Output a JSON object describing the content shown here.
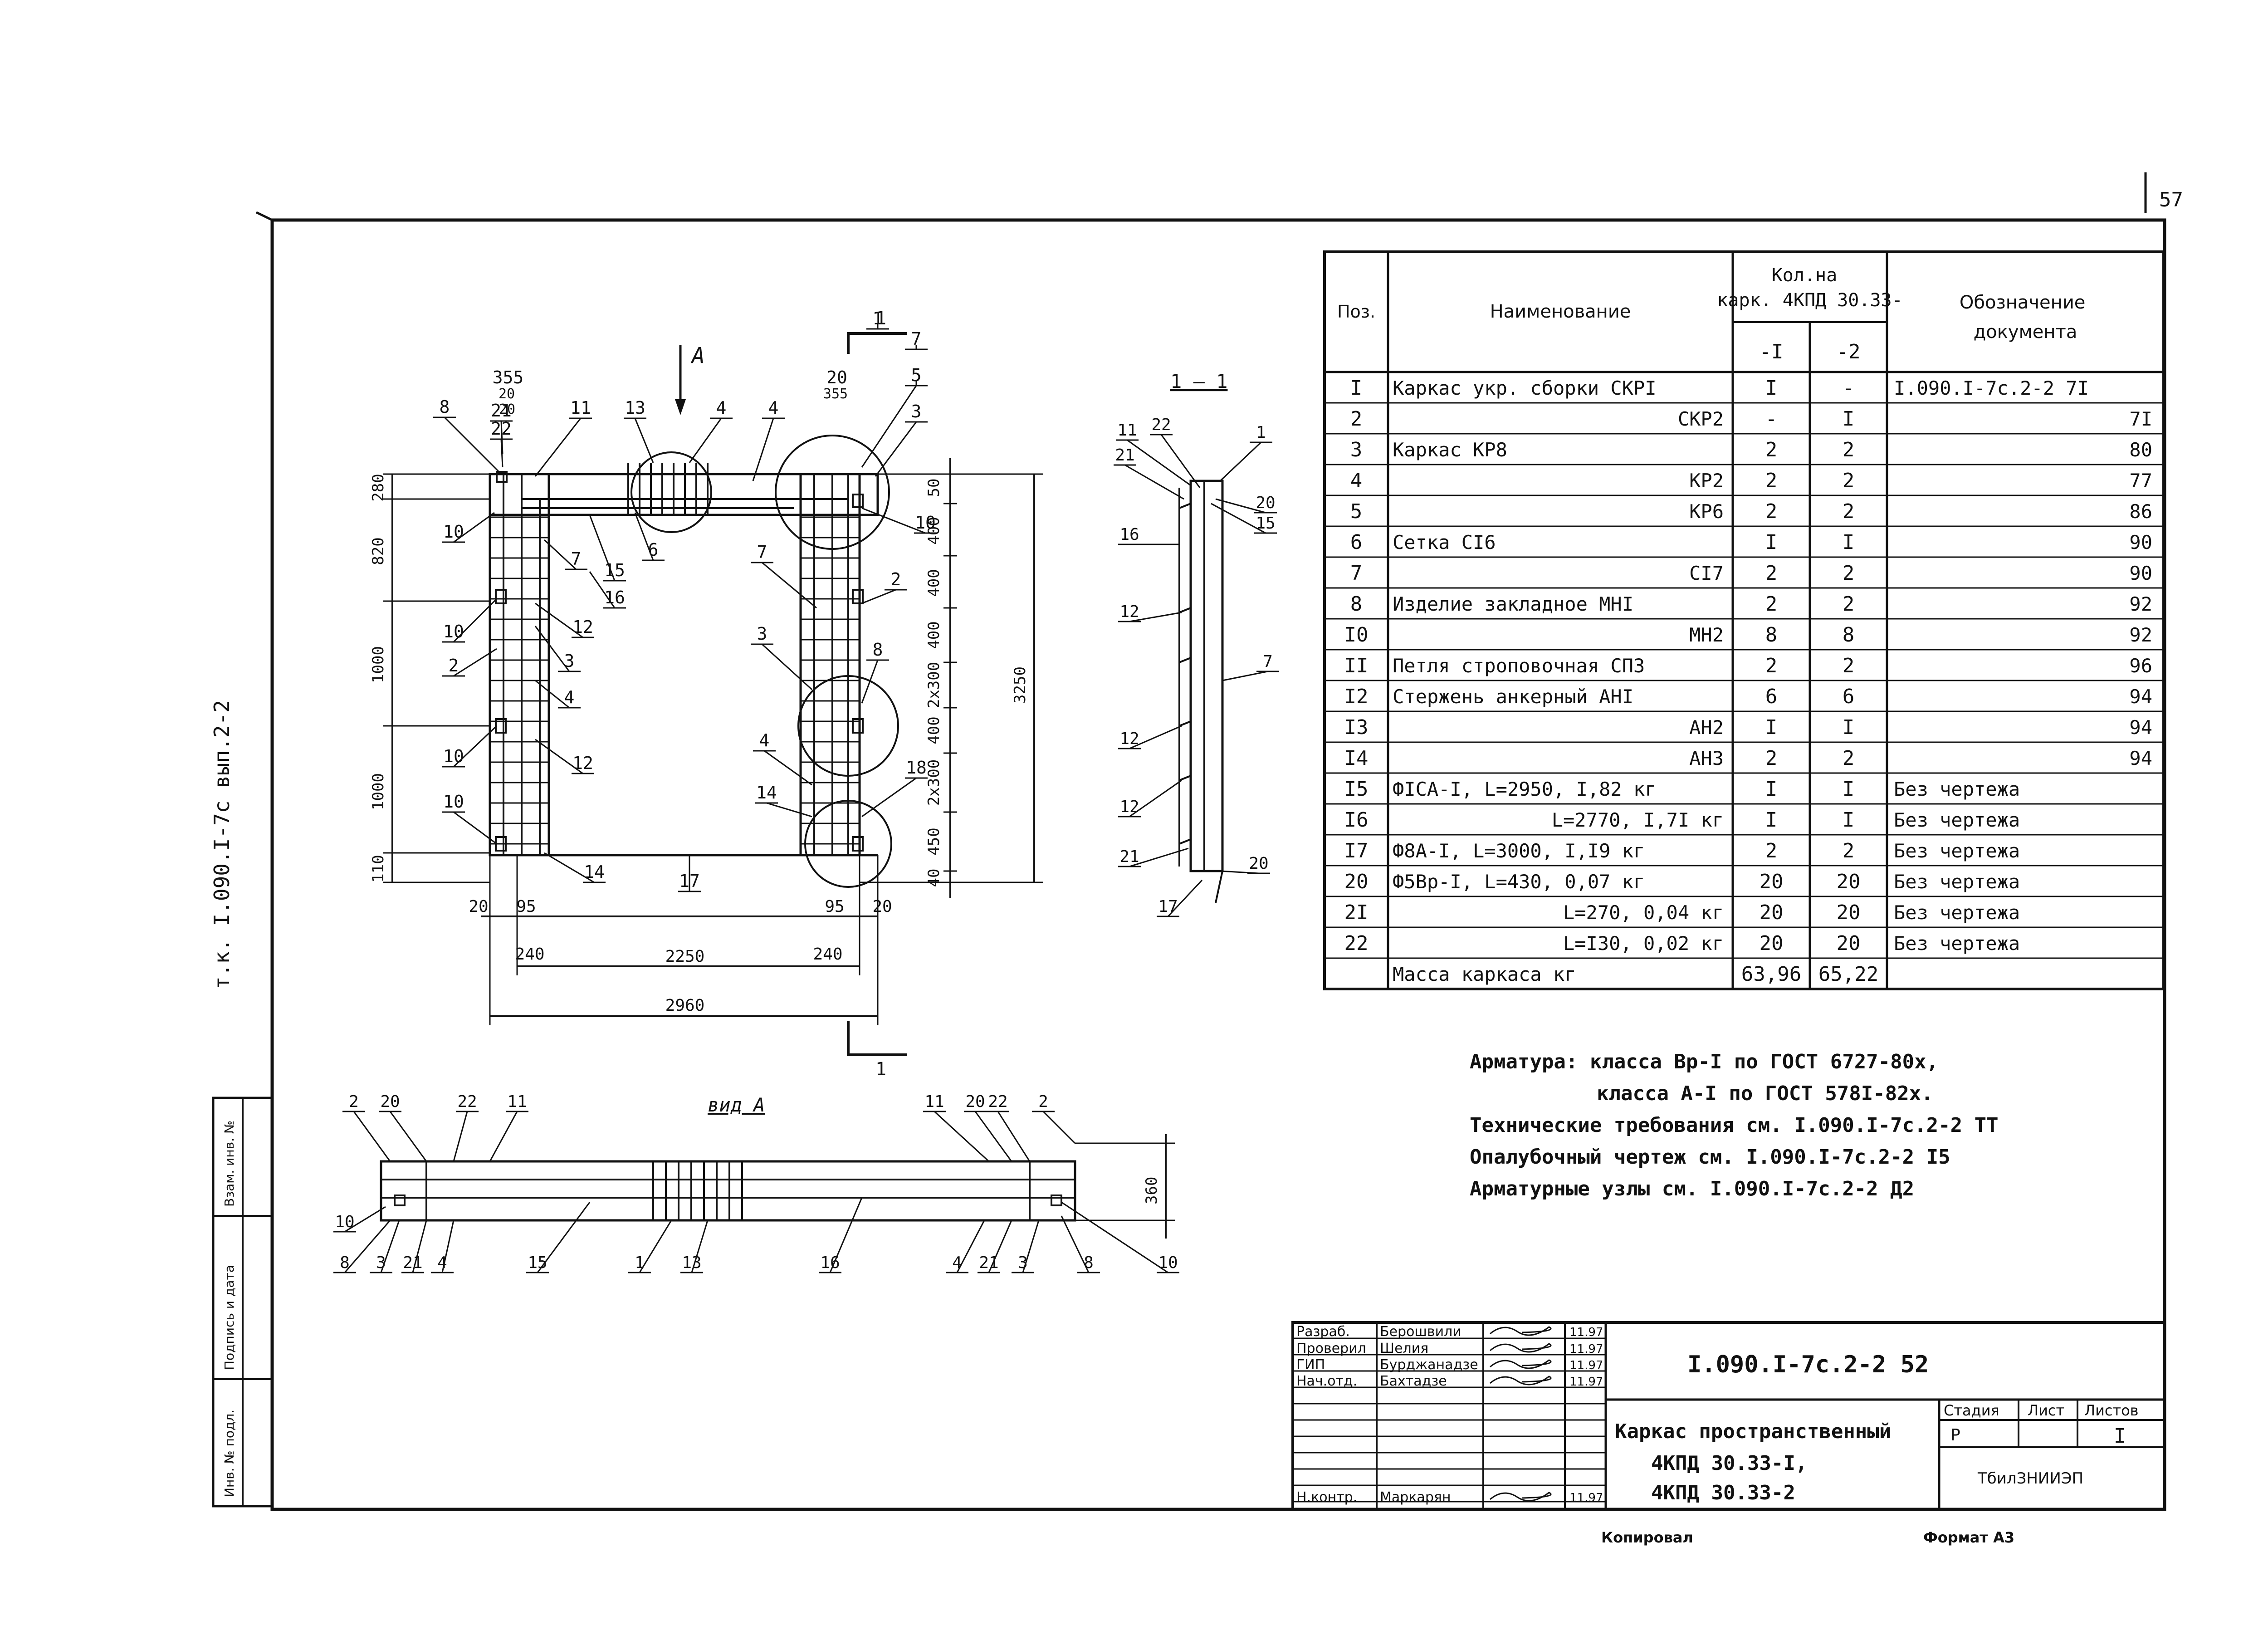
{
  "page_number": "57",
  "side_label": "т.к. I.090.I-7с вып.2-2",
  "spec_table": {
    "headers": {
      "pos": "Поз.",
      "name": "Наименование",
      "qty": "Кол.на карк. 4КПД 30.33-",
      "qty1": "-I",
      "qty2": "-2",
      "doc": "Обозначение документа"
    },
    "rows": [
      {
        "pos": "I",
        "name": "Каркас укр. сборки СКРI",
        "q1": "I",
        "q2": "-",
        "doc": "I.090.I-7с.2-2 7I"
      },
      {
        "pos": "2",
        "name": "СКР2",
        "q1": "-",
        "q2": "I",
        "doc": "7I"
      },
      {
        "pos": "3",
        "name": "Каркас КР8",
        "q1": "2",
        "q2": "2",
        "doc": "80"
      },
      {
        "pos": "4",
        "name": "КР2",
        "q1": "2",
        "q2": "2",
        "doc": "77"
      },
      {
        "pos": "5",
        "name": "КР6",
        "q1": "2",
        "q2": "2",
        "doc": "86"
      },
      {
        "pos": "6",
        "name": "Сетка СI6",
        "q1": "I",
        "q2": "I",
        "doc": "90"
      },
      {
        "pos": "7",
        "name": "СI7",
        "q1": "2",
        "q2": "2",
        "doc": "90"
      },
      {
        "pos": "8",
        "name": "Изделие закладное МНI",
        "q1": "2",
        "q2": "2",
        "doc": "92"
      },
      {
        "pos": "I0",
        "name": "МН2",
        "q1": "8",
        "q2": "8",
        "doc": "92"
      },
      {
        "pos": "II",
        "name": "Петля строповочная СП3",
        "q1": "2",
        "q2": "2",
        "doc": "96"
      },
      {
        "pos": "I2",
        "name": "Стержень анкерный АНI",
        "q1": "6",
        "q2": "6",
        "doc": "94"
      },
      {
        "pos": "I3",
        "name": "АН2",
        "q1": "I",
        "q2": "I",
        "doc": "94"
      },
      {
        "pos": "I4",
        "name": "АН3",
        "q1": "2",
        "q2": "2",
        "doc": "94"
      },
      {
        "pos": "I5",
        "name": "ФIСА-I, L=2950, I,82 кг",
        "q1": "I",
        "q2": "I",
        "doc": "Без чертежа"
      },
      {
        "pos": "I6",
        "name": "L=2770, I,7I кг",
        "q1": "I",
        "q2": "I",
        "doc": "Без чертежа"
      },
      {
        "pos": "I7",
        "name": "Ф8А-I, L=3000, I,I9 кг",
        "q1": "2",
        "q2": "2",
        "doc": "Без чертежа"
      },
      {
        "pos": "20",
        "name": "Ф5Вр-I, L=430, 0,07 кг",
        "q1": "20",
        "q2": "20",
        "doc": "Без чертежа"
      },
      {
        "pos": "2I",
        "name": "L=270, 0,04 кг",
        "q1": "20",
        "q2": "20",
        "doc": "Без чертежа"
      },
      {
        "pos": "22",
        "name": "L=I30, 0,02 кг",
        "q1": "20",
        "q2": "20",
        "doc": "Без чертежа"
      },
      {
        "pos": "",
        "name": "Масса каркаса кг",
        "q1": "63,96",
        "q2": "65,22",
        "doc": ""
      }
    ]
  },
  "notes": [
    "Арматура: класса Вр-I по ГОСТ 6727-80х,",
    "класса А-I по ГОСТ 578I-82х.",
    "Технические требования см. I.090.I-7с.2-2 ТТ",
    "Опалубочный чертеж см. I.090.I-7с.2-2 I5",
    "Арматурные узлы см. I.090.I-7с.2-2 Д2"
  ],
  "title_block": {
    "roles": [
      "Разраб.",
      "Проверил",
      "ГИП",
      "Нач.отд.",
      "Н.контр."
    ],
    "names": [
      "Берошвили",
      "Шелия",
      "Бурджанадзе",
      "Бахтадзе",
      "Маркарян"
    ],
    "dates": [
      "11.97",
      "11.97",
      "11.97",
      "11.97",
      "11.97"
    ],
    "doc_code": "I.090.I-7с.2-2 52",
    "title_lines": [
      "Каркас пространственный",
      "4КПД 30.33-I,",
      "4КПД 30.33-2"
    ],
    "stage_header": "Стадия",
    "sheet_header": "Лист",
    "sheets_header": "Листов",
    "stage": "Р",
    "sheets": "I",
    "org": "ТбилЗНИИЭП",
    "copied": "Копировал",
    "format": "Формат А3"
  },
  "stamp_labels": [
    "Инв. № подл.",
    "Подпись и дата",
    "Взам. инв. №"
  ],
  "drawing": {
    "section_label": "1 – 1",
    "view_label": "вид А",
    "arrow_label": "А",
    "cut_label": "1",
    "main_callouts": [
      "8",
      "21",
      "22",
      "11",
      "13",
      "4",
      "4",
      "6",
      "15",
      "16",
      "7",
      "7",
      "10",
      "10",
      "2",
      "10",
      "10",
      "3",
      "4",
      "12",
      "12",
      "14",
      "17",
      "3",
      "14",
      "4",
      "5",
      "3",
      "10",
      "2",
      "8",
      "18",
      "1",
      "5",
      "7"
    ],
    "dims_left": [
      "280",
      "820",
      "1000",
      "1000",
      "110"
    ],
    "dims_top": [
      "355",
      "20",
      "20",
      "355",
      "20"
    ],
    "dims_right": [
      "50",
      "400",
      "400",
      "400",
      "2x300",
      "400",
      "2x300",
      "450",
      "40",
      "3250"
    ],
    "dims_bottom": [
      "20",
      "95",
      "95",
      "20",
      "240",
      "2250",
      "240",
      "2960"
    ],
    "section_callouts": [
      "11",
      "22",
      "21",
      "1",
      "20",
      "15",
      "16",
      "12",
      "7",
      "12",
      "12",
      "21",
      "20",
      "17"
    ],
    "view_callouts": [
      "2",
      "20",
      "22",
      "11",
      "10",
      "8",
      "3",
      "21",
      "4",
      "15",
      "1",
      "13",
      "16",
      "11",
      "20",
      "22",
      "2",
      "4",
      "21",
      "3",
      "8",
      "10"
    ],
    "view_dim": "360"
  }
}
